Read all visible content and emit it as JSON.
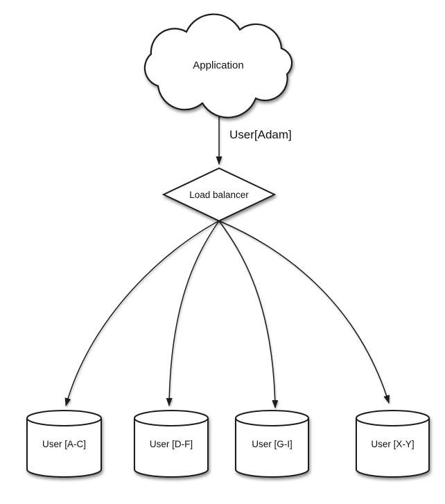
{
  "colors": {
    "background": "#ffffff",
    "stroke": "#1a1a1a",
    "node_fill": "#ffffff",
    "text": "#111111"
  },
  "nodes": {
    "application": {
      "label": "Application",
      "shape": "cloud"
    },
    "load_balancer": {
      "label": "Load balancer",
      "shape": "diamond"
    },
    "shard_ac": {
      "label": "User [A-C]",
      "shape": "cylinder"
    },
    "shard_df": {
      "label": "User [D-F]",
      "shape": "cylinder"
    },
    "shard_gi": {
      "label": "User [G-I]",
      "shape": "cylinder"
    },
    "shard_xy": {
      "label": "User [X-Y]",
      "shape": "cylinder"
    }
  },
  "edges": [
    {
      "from": "application",
      "to": "load_balancer",
      "label": "User[Adam]"
    },
    {
      "from": "load_balancer",
      "to": "shard_ac",
      "label": ""
    },
    {
      "from": "load_balancer",
      "to": "shard_df",
      "label": ""
    },
    {
      "from": "load_balancer",
      "to": "shard_gi",
      "label": ""
    },
    {
      "from": "load_balancer",
      "to": "shard_xy",
      "label": ""
    }
  ]
}
